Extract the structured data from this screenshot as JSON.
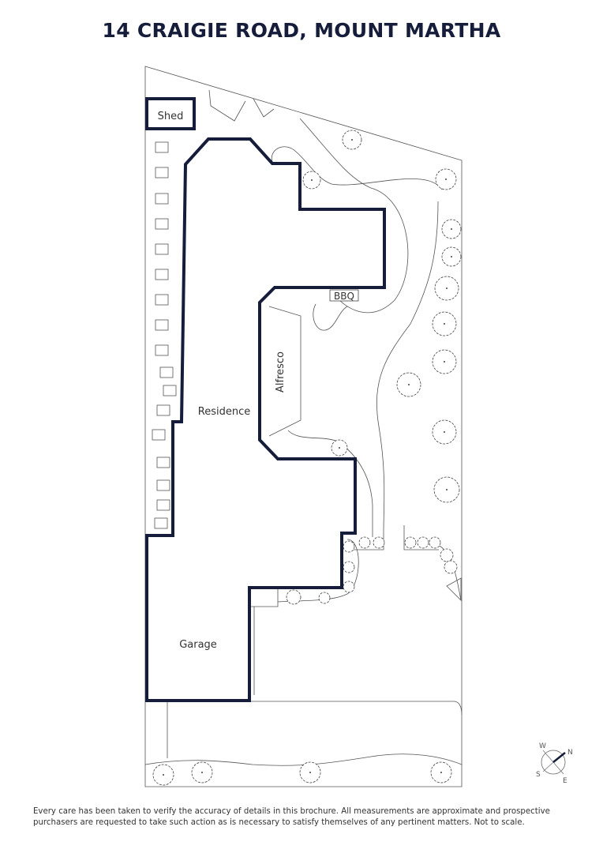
{
  "title": "14 CRAIGIE ROAD, MOUNT MARTHA",
  "labels": {
    "shed": "Shed",
    "residence": "Residence",
    "alfresco": "Alfresco",
    "bbq": "BBQ",
    "garage": "Garage"
  },
  "compass": {
    "n": "N",
    "s": "S",
    "e": "E",
    "w": "W"
  },
  "disclaimer": "Every care has been taken to verify the accuracy of details in this brochure. All measurements are approximate and prospective purchasers are requested to take such action as is necessary to satisfy themselves of any pertinent matters. Not to scale.",
  "colors": {
    "building_outline": "#151d3b",
    "line": "#444444"
  }
}
